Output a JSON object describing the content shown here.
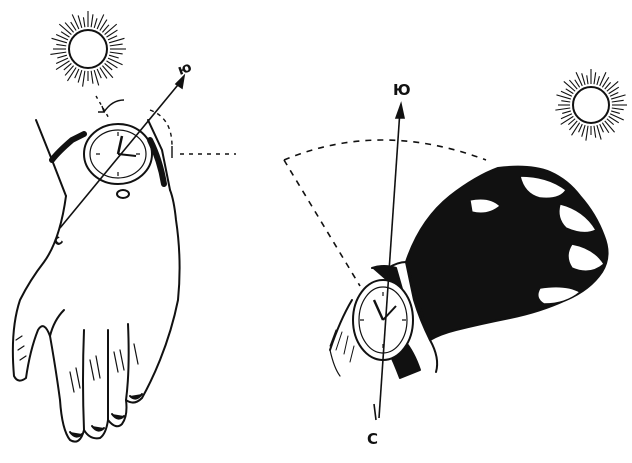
{
  "figure": {
    "left_panel": {
      "south_label": "ю",
      "north_label": "с"
    },
    "right_panel": {
      "south_label": "Ю",
      "north_label": "С"
    }
  },
  "colors": {
    "ink": "#111111",
    "paper": "#ffffff"
  },
  "icons": [
    "sun-icon",
    "wristwatch-icon",
    "hand-illustration",
    "fist-illustration"
  ]
}
